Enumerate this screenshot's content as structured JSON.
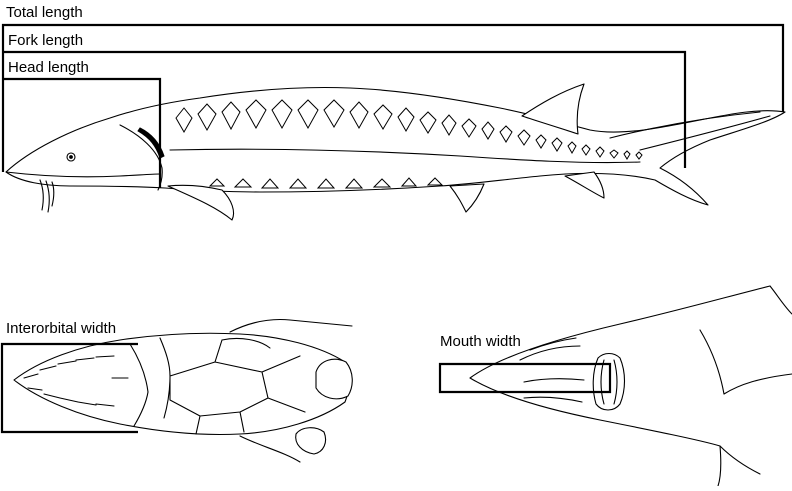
{
  "labels": {
    "total_length": "Total length",
    "fork_length": "Fork length",
    "head_length": "Head length",
    "interorbital_width": "Interorbital width",
    "mouth_width": "Mouth width"
  },
  "colors": {
    "ink": "#000000",
    "paper": "#ffffff"
  }
}
